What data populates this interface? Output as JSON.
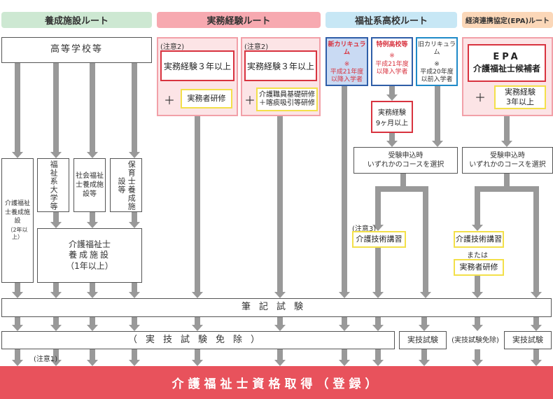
{
  "headers": {
    "training": "養成施設ルート",
    "experience": "実務経験ルート",
    "highschool": "福祉系高校ルート",
    "epa": "経済連携協定(EPA)ルート"
  },
  "colors": {
    "training_header": "#cde8d2",
    "experience_header": "#f7a9b0",
    "highschool_header": "#c7e7f5",
    "epa_header": "#fbd7b8",
    "final_bar": "#e8525c",
    "arrow": "#999999"
  },
  "training_route": {
    "highschool_box": "高等学校等",
    "col1": "介護福祉士養成施設",
    "col1_note": "（2年以上）",
    "col2": "福祉系大学等",
    "col3": "社会福祉士養成施設等",
    "col4": "保育士養成施設等",
    "merged_box_line1": "介護福祉士",
    "merged_box_line2": "養成施設",
    "merged_box_line3": "（1年以上）"
  },
  "experience_route": {
    "group1_note": "(注意2)",
    "group1_main": "実務経験３年以上",
    "group1_plus": "＋",
    "group1_sub": "実務者研修",
    "group2_note": "(注意2)",
    "group2_main": "実務経験３年以上",
    "group2_plus": "＋",
    "group2_sub_line1": "介護職員基礎研修",
    "group2_sub_line2": "＋喀痰吸引等研修"
  },
  "highschool_route": {
    "new_title": "新カリキュラム",
    "new_mark": "※",
    "new_line1": "平成21年度",
    "new_line2": "以降入学者",
    "special_title": "特例高校等",
    "special_mark": "※",
    "special_line1": "平成21年度",
    "special_line2": "以降入学者",
    "old_title": "旧カリキュラム",
    "old_mark": "※",
    "old_line1": "平成20年度",
    "old_line2": "以前入学者",
    "experience9_line1": "実務経験",
    "experience9_line2": "9ヶ月以上",
    "select_line1": "受験申込時",
    "select_line2": "いずれかのコースを選択",
    "note3": "(注意3)",
    "skill_course": "介護技術講習"
  },
  "epa_route": {
    "candidate_line1": "EPA",
    "candidate_line2": "介護福祉士候補者",
    "plus": "＋",
    "exp_line1": "実務経験",
    "exp_line2": "3年以上",
    "select_line1": "受験申込時",
    "select_line2": "いずれかのコースを選択",
    "skill_course": "介護技術講習",
    "or_text": "または",
    "practical_training": "実務者研修"
  },
  "bottom": {
    "written_exam": "筆記試験",
    "practical_exempt": "（実技試験免除）",
    "practical_exam_hs": "実技試験",
    "practical_exempt_epa": "(実技試験免除)",
    "practical_exam_epa": "実技試験",
    "note1": "(注意1)",
    "final": "介護福祉士資格取得（登録）"
  }
}
